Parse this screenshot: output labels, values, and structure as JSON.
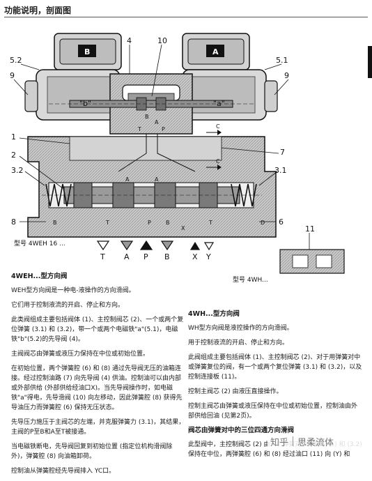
{
  "header": {
    "title": "功能说明，剖面图"
  },
  "diagram": {
    "callouts": {
      "c4": "4",
      "c10": "10",
      "c5_2": "5.2",
      "c5_1": "5.1",
      "c9_left": "9",
      "c9_right": "9",
      "c1": "1",
      "c7": "7",
      "c2": "2",
      "c3_2": "3.2",
      "c3_1": "3.1",
      "c8": "8",
      "c6": "6",
      "c11": "11"
    },
    "solenoid_left_letter": "B",
    "solenoid_right_letter": "A",
    "magnet_left_label": "\"b\"",
    "magnet_right_label": "\"a\"",
    "pilot_port_a": "A",
    "pilot_port_b": "B",
    "pilot_port_t": "T",
    "pilot_port_p": "P",
    "section_c_top": "C",
    "section_c_bottom": "C",
    "chamber_labels": [
      "B",
      "T",
      "A",
      "P",
      "B",
      "T",
      "A",
      "D"
    ],
    "x_label": "X",
    "ports": [
      {
        "label": "T",
        "filled": false
      },
      {
        "label": "A",
        "filled": false
      },
      {
        "label": "P",
        "filled": true
      },
      {
        "label": "B",
        "filled": false
      },
      {
        "label": "X",
        "filled": true
      },
      {
        "label": "Y",
        "filled": false
      }
    ],
    "type_label_main": "型号 4WEH 16 ...",
    "type_label_detail": "型号 4WH..."
  },
  "text": {
    "left": {
      "heading": "4WEH...型方向阀",
      "p1": "WEH型方向阀是一种电-液操作的方向滑阀。",
      "p2": "它们用于控制液流的开启、停止和方向。",
      "p3": "此类阀组成主要包括阀体 (1)、主控制阀芯 (2)、一个或两个复位弹簧 (3.1) 和 (3.2)，带一个或两个电磁铁\"a\"(5.1)，电磁铁\"b\"(5.2)的先导阀 (4)。",
      "p4": "主阀阀芯由弹簧或液压力保持在中位或初始位置。",
      "p5": "在初始位置，两个弹簧腔 (6) 和 (8) 通过先导阀无压的油箱连接。经过控制油路 (7) 向先导阀 (4) 供油。控制油可以由内部或外部供给 (外部供给经油口X)。当先导阀操作时，如电磁铁\"a\"得电，先导滑阀 (10) 向左移动，因此弹簧腔 (8) 获得先导油压力而弹簧腔 (6) 保持无压状态。",
      "p6": "先导压力施压于主阀芯的左端，并克服弹簧力 (3.1)，其结果，主阀的P至B和A至T被接通。",
      "p7": "当电磁铁断电，先导阀回复到初始位置 (指定位机构滑阀除外)，弹簧腔 (8) 向油箱卸荷。",
      "p8": "控制油从弹簧腔经先导阀排入 YC口。"
    },
    "right": {
      "heading": "4WH...型方向阀",
      "p1": "WH型方向阀是液控操作的方向滑阀。",
      "p2": "用于控制液流的开启、停止和方向。",
      "p3": "此阀组成主要包括阀体 (1)、主控制阀芯 (2)、对于用弹簧对中或弹簧复位的阀，有一个或两个复位弹簧 (3.1) 和 (3.2)，以及控制连接板 (11)。",
      "p4": "控制主阀芯 (2) 由液压直接操作。",
      "p5": "控制主阀芯由弹簧或液压保持在中位或初始位置，控制油由外部供给回油 (见第2页)。",
      "heading2": "阀芯由弹簧对中的三位四通方向滑阀",
      "p6": "此型阀中，主控制阀芯 (2) 由一个弹簧对中弹簧 (3.1) 和 (3.2) 保持在中位，两弹簧腔 (6) 和 (8) 经过油口 (11) 向 (Y) 和"
    }
  },
  "footer": {
    "platform": "知乎",
    "author": "思柔流体"
  }
}
